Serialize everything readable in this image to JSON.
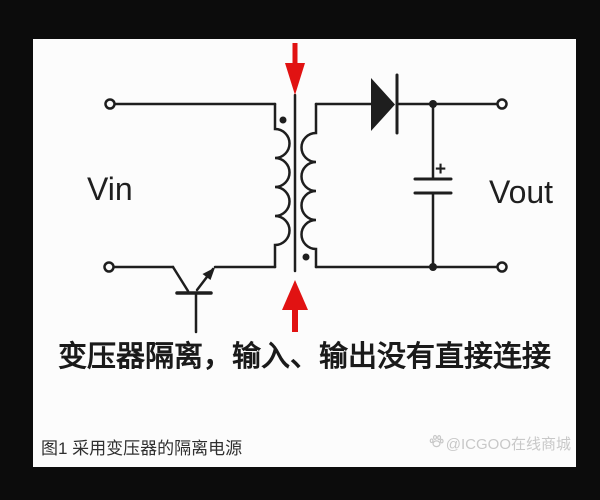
{
  "figure": {
    "labels": {
      "vin": "Vin",
      "vout": "Vout",
      "capacitor_plus": "+"
    },
    "annotation_text": "变压器隔离，输入、输出没有直接连接",
    "caption_text": "图1 采用变压器的隔离电源",
    "watermark_text": "@ICGOO在线商城",
    "colors": {
      "frame_background": "#0c0c0c",
      "paper": "#fcfcfc",
      "wire": "#1e1e1e",
      "isolation_arrow": "#e11212",
      "annotation_text_color": "#1a1a1a",
      "caption_text_color": "#2f2f2f",
      "watermark_text_color": "#c8c8c8"
    }
  }
}
